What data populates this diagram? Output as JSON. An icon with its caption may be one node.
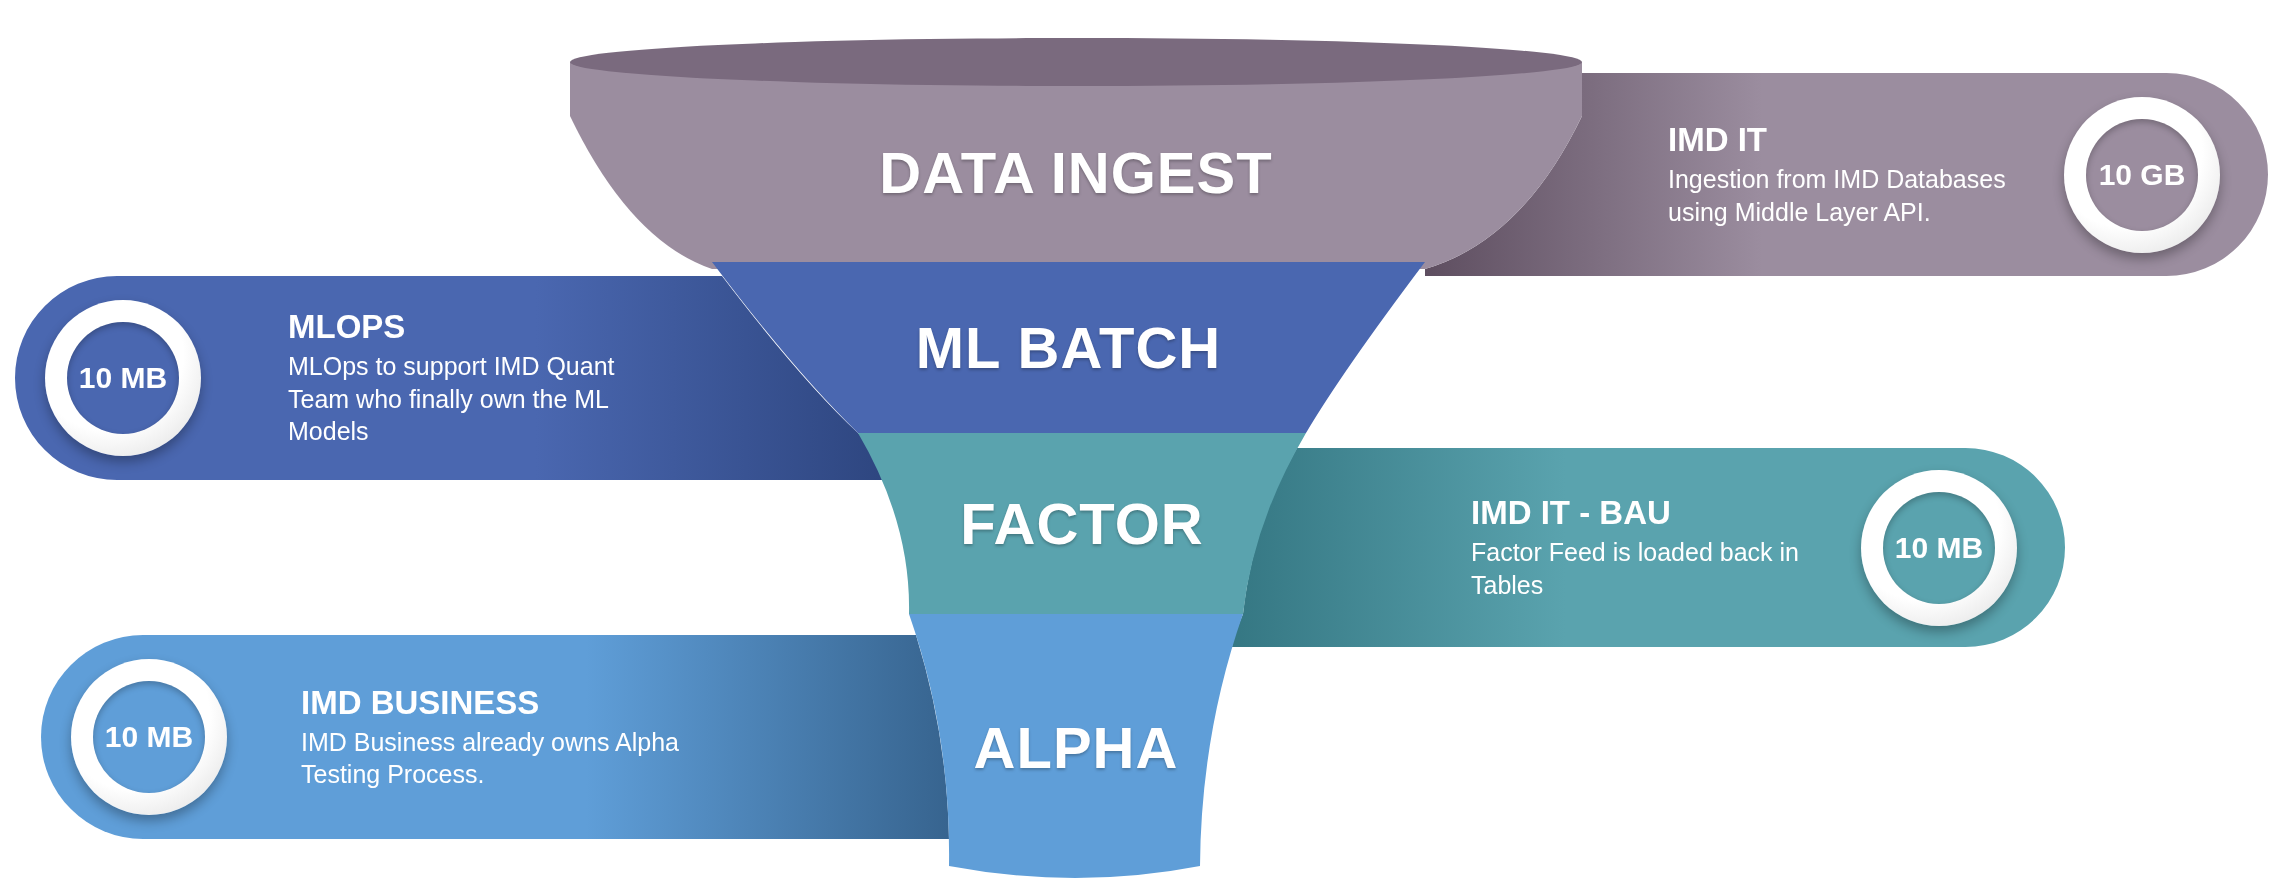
{
  "diagram": {
    "nodes": [
      {
        "text": [
          "DATA INGEST"
        ]
      },
      {
        "text": [
          "IMD IT",
          "Ingestion from IMD Databases using Middle Layer API."
        ]
      },
      {
        "text": [
          "10 GB"
        ],
        "in": 1
      },
      {
        "text": [
          "ML BATCH"
        ]
      },
      {
        "text": [
          "MLOPS",
          "MLOps to support IMD Quant Team who finally own the ML Models"
        ]
      },
      {
        "text": [
          "10 MB"
        ],
        "in": 4
      },
      {
        "text": [
          "FACTOR"
        ]
      },
      {
        "text": [
          "IMD IT - BAU",
          "Factor Feed is loaded back in Tables"
        ]
      },
      {
        "text": [
          "10 MB"
        ],
        "in": 7
      },
      {
        "text": [
          "ALPHA"
        ]
      },
      {
        "text": [
          "IMD BUSINESS",
          "IMD Business already owns Alpha Testing Process."
        ]
      },
      {
        "text": [
          "10 MB"
        ],
        "in": 10
      }
    ]
  }
}
